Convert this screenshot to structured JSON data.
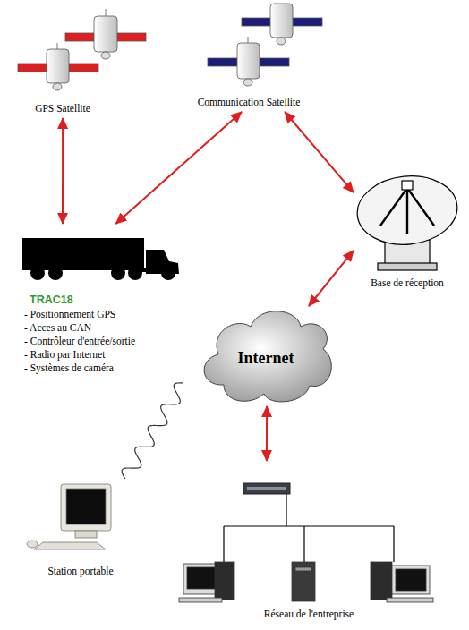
{
  "diagram": {
    "nodes": [
      {
        "text": [
          "GPS Satellite"
        ]
      },
      {
        "text": [
          "Communication Satellite"
        ]
      },
      {
        "text": [
          "TRAC18",
          "- Positionnement GPS",
          "- Acces au CAN",
          "- Contrôleur d'entrée/sortie",
          "- Radio par Internet",
          "- Systèmes de caméra"
        ]
      },
      {
        "text": [
          "Base de réception"
        ]
      },
      {
        "text": [
          "Internet"
        ]
      },
      {
        "text": [
          "Station portable"
        ]
      },
      {
        "text": [
          "Réseau de l'entreprise"
        ]
      }
    ],
    "edges": [
      {
        "from": 0,
        "to": 2,
        "arrow": "both"
      },
      {
        "from": 1,
        "to": 2,
        "arrow": "both"
      },
      {
        "from": 1,
        "to": 3,
        "arrow": "both"
      },
      {
        "from": 3,
        "to": 4,
        "arrow": "both"
      },
      {
        "from": 4,
        "to": 6,
        "arrow": "both"
      },
      {
        "from": 2,
        "to": 5,
        "arrow": "none"
      }
    ]
  }
}
